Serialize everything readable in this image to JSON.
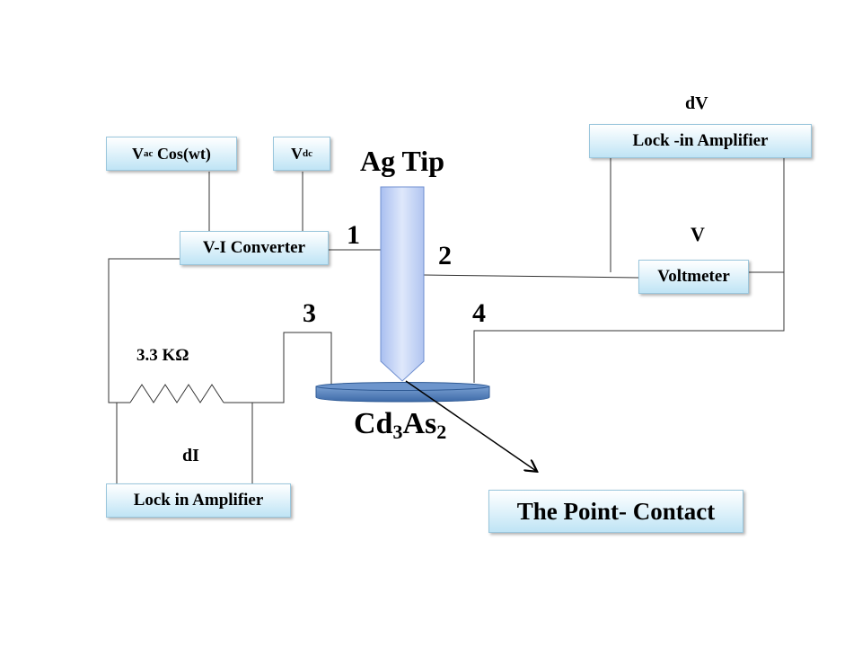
{
  "sources": {
    "vac": {
      "symbol": "V",
      "sub": "ac",
      "rest": " Cos(wt)"
    },
    "vdc": {
      "symbol": "V",
      "sub": "dc"
    }
  },
  "boxes": {
    "vi_converter": "V-I Converter",
    "lockin_bottom": "Lock in Amplifier",
    "lockin_top": "Lock -in Amplifier",
    "voltmeter": "Voltmeter",
    "point_contact": "The Point- Contact"
  },
  "labels": {
    "tip": "Ag Tip",
    "n1": "1",
    "n2": "2",
    "n3": "3",
    "n4": "4",
    "resistor": "3.3 KΩ",
    "dI": "dI",
    "dV": "dV",
    "V": "V"
  },
  "sample": {
    "pre": "Cd",
    "sub1": "3",
    "mid": "As",
    "sub2": "2"
  },
  "colors": {
    "box_border": "#9ac6dc",
    "box_fill": "#bfe4f5",
    "tip_fill": "#b7c9f2",
    "sample_fill": "#4f81bd",
    "wire": "#000000"
  }
}
